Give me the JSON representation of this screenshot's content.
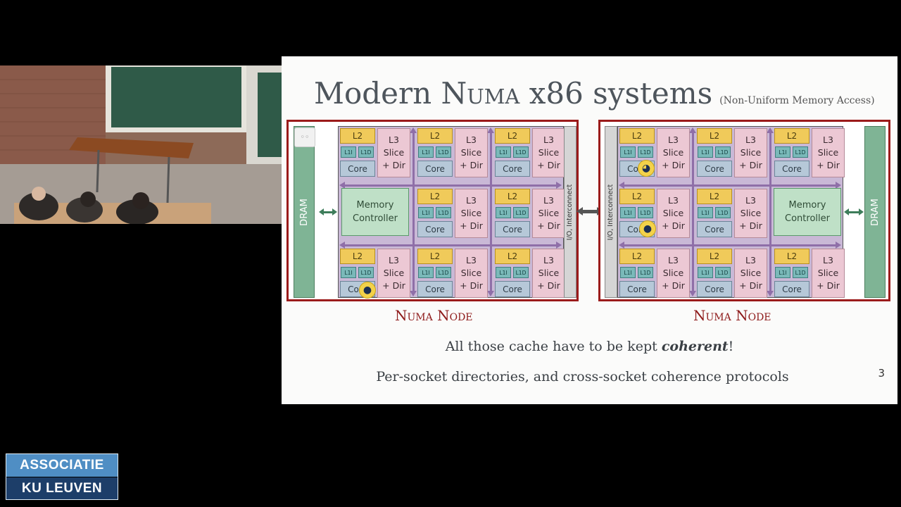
{
  "slide": {
    "title_pre": "Modern ",
    "title_numa": "Numa",
    "title_post": " x86 systems",
    "title_sub": "(Non-Uniform Memory Access)",
    "caption1_pre": "All those cache have to be kept ",
    "caption1_em": "coherent",
    "caption1_post": "!",
    "caption2": "Per-socket directories, and cross-socket coherence protocols",
    "page_number": "3"
  },
  "diagram": {
    "node_label": "Numa Node",
    "dram_label": "DRAM",
    "io_label": "I/O, Interconnect",
    "l2_label": "L2",
    "l1i_label": "L1I",
    "l1d_label": "L1D",
    "core_label": "Core",
    "l3_label": "L3\nSlice\n+ Dir",
    "memory_controller_label": "Memory\nController",
    "marker_icons": [
      "cat-icon",
      "spy-icon"
    ]
  },
  "colors": {
    "node_border": "#9b1b1b",
    "dram": "#7fb495",
    "l2": "#f0ca5a",
    "l1": "#7ab9b9",
    "core": "#b6c8d8",
    "l3": "#ecc8d4",
    "memory_controller": "#bfe0c7",
    "interconnect_arrow": "#8f6fa8"
  },
  "branding": {
    "logo_line1": "ASSOCIATIE",
    "logo_line2": "KU LEUVEN"
  }
}
